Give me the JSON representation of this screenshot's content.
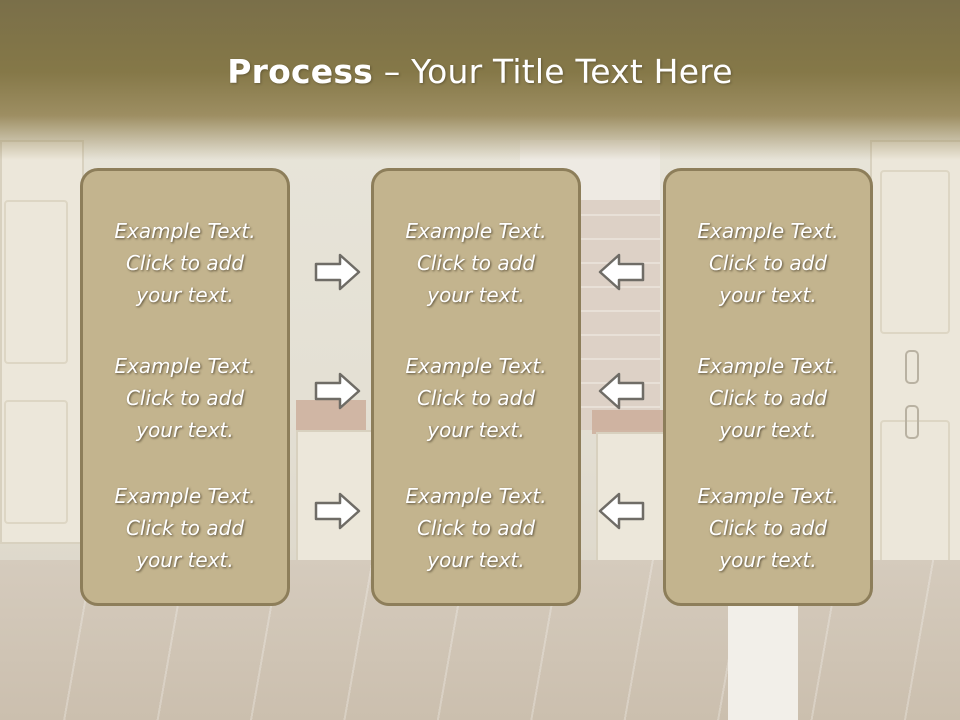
{
  "slide": {
    "title_bold": "Process",
    "title_rest": " – Your Title Text Here"
  },
  "columns": [
    {
      "items": [
        "Example Text.\nClick  to add\nyour text.",
        "Example Text.\nClick  to add\nyour text.",
        "Example Text.\nClick  to add\nyour text."
      ]
    },
    {
      "items": [
        "Example Text.\nClick  to add\nyour text.",
        "Example Text.\nClick  to add\nyour text.",
        "Example Text.\nClick  to add\nyour text."
      ]
    },
    {
      "items": [
        "Example Text.\nClick  to add\nyour text.",
        "Example Text.\nClick  to add\nyour text.",
        "Example Text.\nClick  to add\nyour text."
      ]
    }
  ],
  "arrows": {
    "left_group": "right-arrow-icon",
    "right_group": "left-arrow-icon"
  },
  "colors": {
    "header": "#857848",
    "box_fill": "#c3b48e",
    "box_border": "#8d7e5a",
    "text": "#ffffff"
  }
}
